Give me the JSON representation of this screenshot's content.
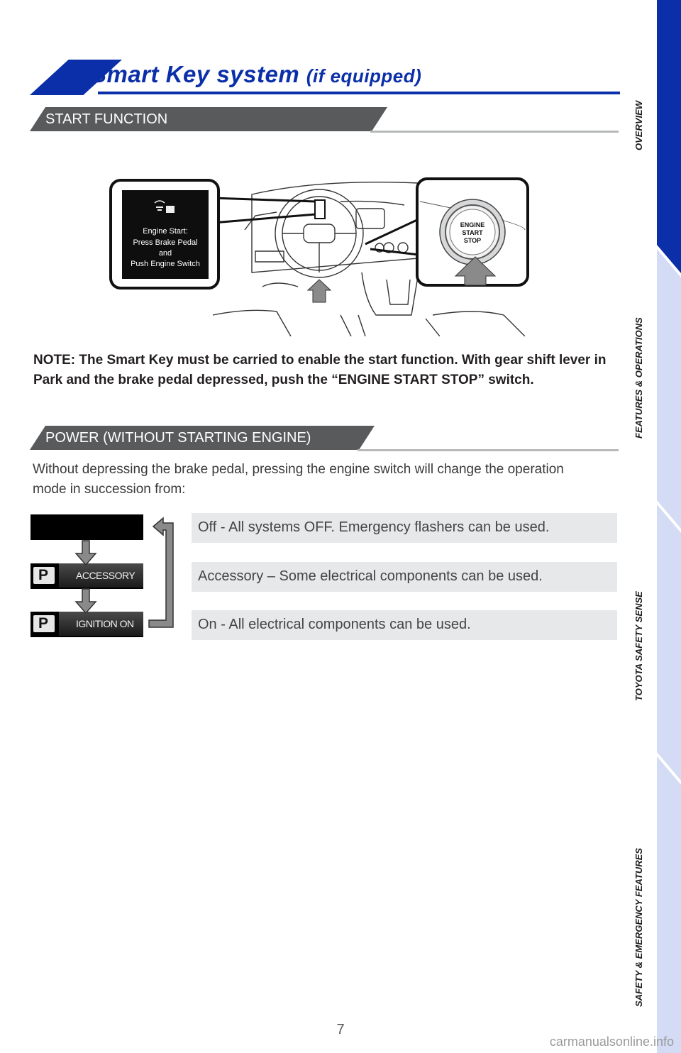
{
  "title": {
    "main": "Smart Key system",
    "sub": "(if equipped)"
  },
  "sections": {
    "start": "START FUNCTION",
    "power": "POWER (WITHOUT STARTING ENGINE)"
  },
  "illustration": {
    "display_lines": [
      "Engine Start:",
      "Press Brake Pedal",
      "and",
      "Push Engine Switch"
    ],
    "button_lines": [
      "ENGINE",
      "START",
      "STOP"
    ]
  },
  "note": "NOTE: The Smart Key must be carried to enable the start function. With gear shift lever in Park and the brake pedal depressed, push the “ENGINE START STOP” switch.",
  "intro": "Without depressing the brake pedal, pressing the engine switch will change the operation mode in succession from:",
  "modes": [
    {
      "text": "Off - All systems OFF. Emergency flashers can be used.",
      "display": ""
    },
    {
      "text": "Accessory – Some electrical components can be used.",
      "display": "ACCESSORY",
      "indicator": "P"
    },
    {
      "text": "On - All electrical components can be used.",
      "display": "IGNITION ON",
      "indicator": "P"
    }
  ],
  "side_tabs": [
    "OVERVIEW",
    "FEATURES & OPERATIONS",
    "TOYOTA SAFETY SENSE",
    "SAFETY & EMERGENCY FEATURES"
  ],
  "colors": {
    "brand_blue": "#0b2fa8",
    "tab_light": "#d3dcf4",
    "header_gray": "#595a5c"
  },
  "page_number": "7",
  "watermark": "carmanualsonline.info"
}
